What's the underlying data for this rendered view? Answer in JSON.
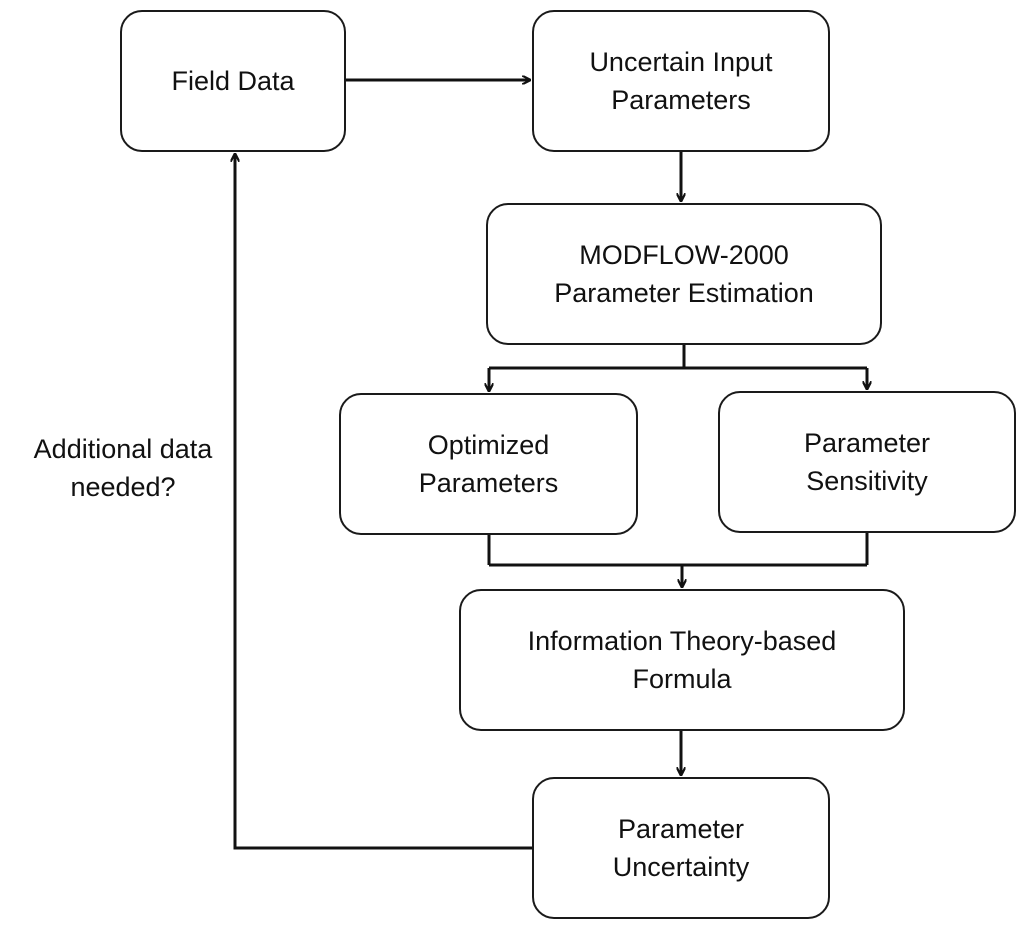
{
  "nodes": {
    "field_data": "Field Data",
    "uncertain_input": "Uncertain Input\nParameters",
    "modflow": "MODFLOW-2000\nParameter Estimation",
    "optimized": "Optimized\nParameters",
    "sensitivity": "Parameter\nSensitivity",
    "info_theory": "Information Theory-based\nFormula",
    "param_uncertainty": "Parameter\nUncertainty"
  },
  "feedback_label": "Additional data\nneeded?"
}
